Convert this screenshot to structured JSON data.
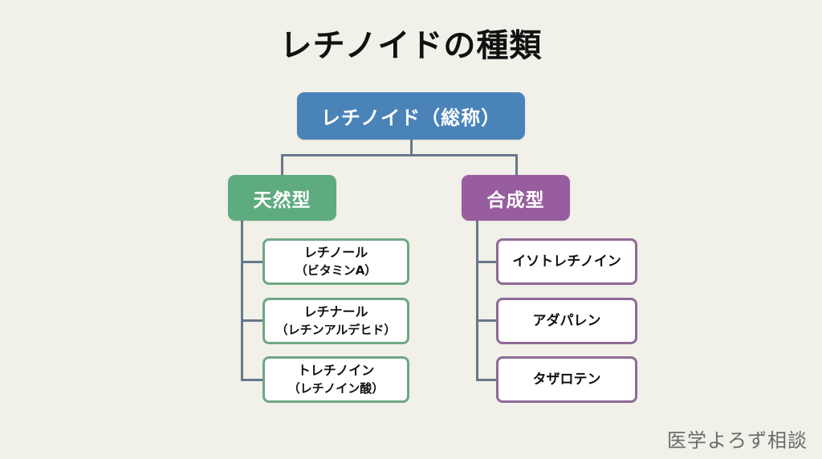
{
  "title": "レチノイドの種類",
  "root": {
    "label": "レチノイド（総称）",
    "color": "#4a83b8"
  },
  "categories": [
    {
      "label": "天然型",
      "color": "#5eab7f",
      "items": [
        {
          "main": "レチノール",
          "sub": "（ビタミンA）"
        },
        {
          "main": "レチナール",
          "sub": "（レチンアルデヒド）"
        },
        {
          "main": "トレチノイン",
          "sub": "（レチノイン酸）"
        }
      ]
    },
    {
      "label": "合成型",
      "color": "#985d9f",
      "items": [
        {
          "main": "イソトレチノイン"
        },
        {
          "main": "アダパレン"
        },
        {
          "main": "タザロテン"
        }
      ]
    }
  ],
  "watermark": "医学よろず相談",
  "connector_color": "#66788a",
  "background_color": "#f1f0e9"
}
